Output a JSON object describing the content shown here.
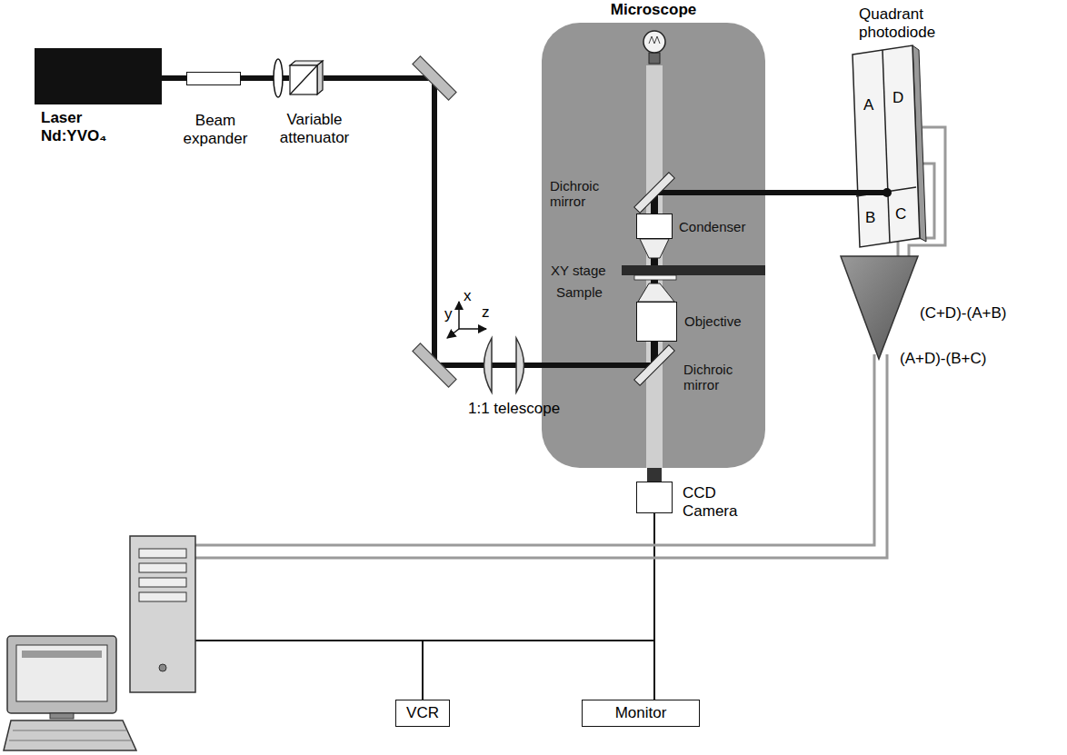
{
  "diagram": {
    "nodes": [
      {
        "text": [
          "Laser Nd:YVO₄"
        ]
      },
      {
        "text": [
          "Beam expander"
        ]
      },
      {
        "text": [
          "Variable attenuator"
        ]
      },
      {
        "text": [
          "Microscope"
        ]
      },
      {
        "text": [
          "Condenser"
        ],
        "in": 3
      },
      {
        "text": [
          "Objective"
        ],
        "in": 3
      },
      {
        "text": [
          "Quadrant photodiode",
          "A",
          "B",
          "C",
          "D"
        ]
      },
      {
        "text": [
          "CCD Camera"
        ]
      },
      {
        "text": [
          "VCR"
        ]
      },
      {
        "text": [
          "Monitor"
        ]
      }
    ],
    "edges": [
      {
        "from": 0,
        "to": 1,
        "arrow": "none"
      },
      {
        "from": 1,
        "to": 2,
        "arrow": "none"
      },
      {
        "from": 2,
        "to": 3,
        "arrow": "none"
      },
      {
        "from": 3,
        "to": 6,
        "arrow": "none"
      },
      {
        "from": 7,
        "to": 9,
        "arrow": "none"
      },
      {
        "from": 7,
        "to": 8,
        "arrow": "none"
      }
    ],
    "labels": [
      "1:1 telescope",
      "x",
      "y",
      "z",
      "Dichroic mirror",
      "XY stage",
      "Sample",
      "Dichroic mirror",
      "(C+D)-(A+B)",
      "(A+D)-(B+C)"
    ]
  }
}
